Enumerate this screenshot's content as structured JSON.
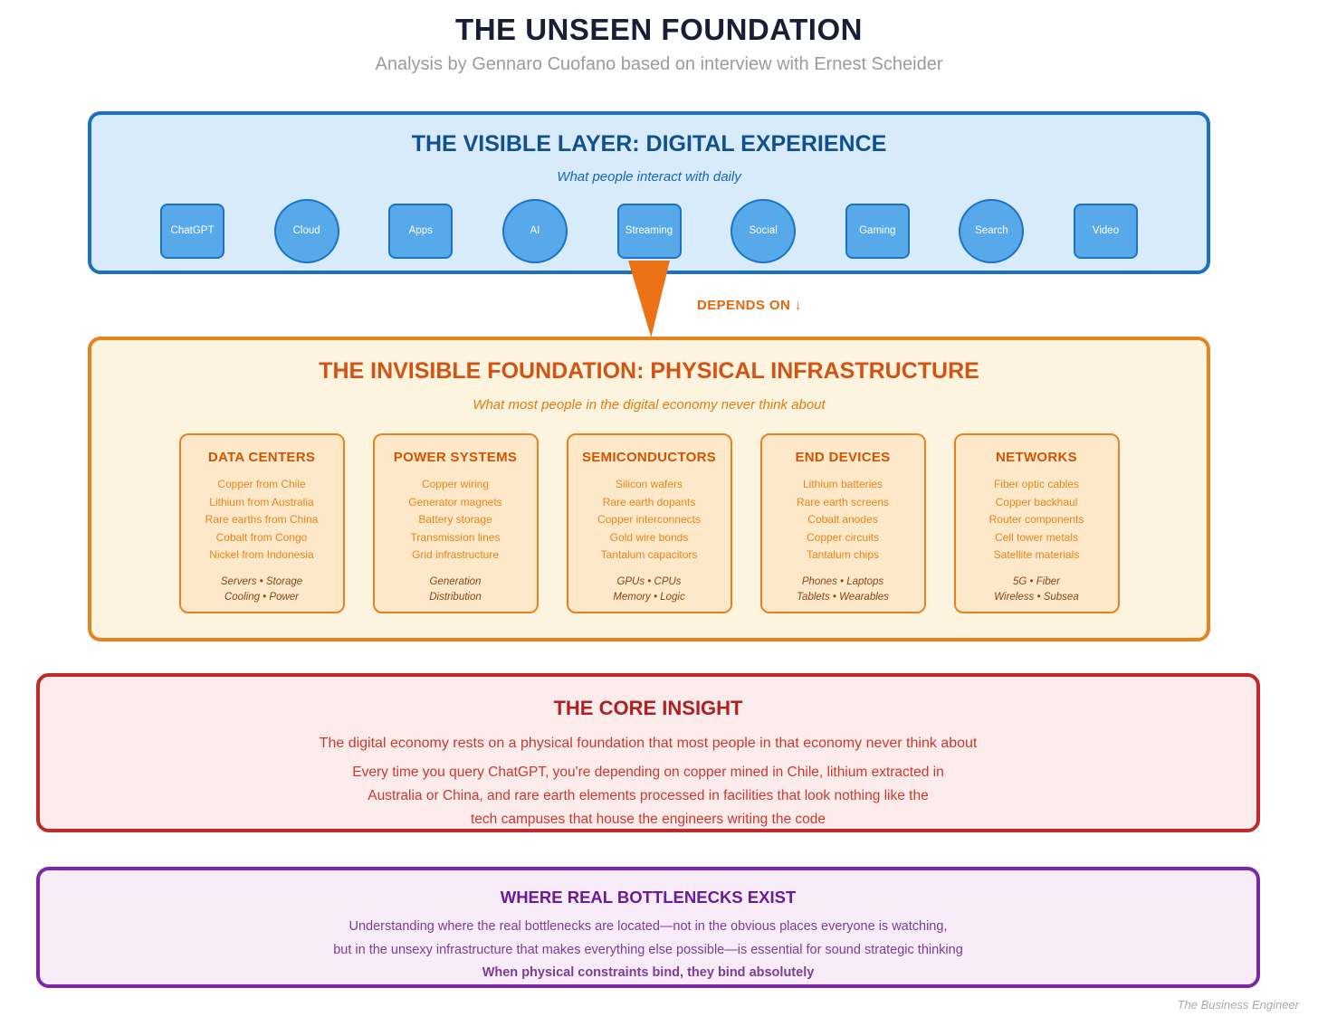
{
  "page": {
    "title": "THE UNSEEN FOUNDATION",
    "subtitle": "Analysis by Gennaro Cuofano based on interview with Ernest Scheider",
    "brand": "The Business Engineer"
  },
  "visible_layer": {
    "title": "THE VISIBLE LAYER: DIGITAL EXPERIENCE",
    "subtitle": "What people interact with daily",
    "items": [
      {
        "label": "ChatGPT",
        "shape": "square"
      },
      {
        "label": "Cloud",
        "shape": "circle"
      },
      {
        "label": "Apps",
        "shape": "square"
      },
      {
        "label": "AI",
        "shape": "circle"
      },
      {
        "label": "Streaming",
        "shape": "square"
      },
      {
        "label": "Social",
        "shape": "circle"
      },
      {
        "label": "Gaming",
        "shape": "square"
      },
      {
        "label": "Search",
        "shape": "circle"
      },
      {
        "label": "Video",
        "shape": "square"
      }
    ]
  },
  "depends_on_label": "DEPENDS ON ↓",
  "foundation": {
    "title": "THE INVISIBLE FOUNDATION: PHYSICAL INFRASTRUCTURE",
    "subtitle": "What most people in the digital economy never think about",
    "cards": [
      {
        "title": "DATA CENTERS",
        "items": [
          "Copper from Chile",
          "Lithium from Australia",
          "Rare earths from China",
          "Cobalt from Congo",
          "Nickel from Indonesia"
        ],
        "footer": [
          "Servers • Storage",
          "Cooling • Power"
        ]
      },
      {
        "title": "POWER SYSTEMS",
        "items": [
          "Copper wiring",
          "Generator magnets",
          "Battery storage",
          "Transmission lines",
          "Grid infrastructure"
        ],
        "footer": [
          "Generation",
          "Distribution"
        ]
      },
      {
        "title": "SEMICONDUCTORS",
        "items": [
          "Silicon wafers",
          "Rare earth dopants",
          "Copper interconnects",
          "Gold wire bonds",
          "Tantalum capacitors"
        ],
        "footer": [
          "GPUs • CPUs",
          "Memory • Logic"
        ]
      },
      {
        "title": "END DEVICES",
        "items": [
          "Lithium batteries",
          "Rare earth screens",
          "Cobalt anodes",
          "Copper circuits",
          "Tantalum chips"
        ],
        "footer": [
          "Phones • Laptops",
          "Tablets • Wearables"
        ]
      },
      {
        "title": "NETWORKS",
        "items": [
          "Fiber optic cables",
          "Copper backhaul",
          "Router components",
          "Cell tower metals",
          "Satellite materials"
        ],
        "footer": [
          "5G • Fiber",
          "Wireless • Subsea"
        ]
      }
    ]
  },
  "core_insight": {
    "title": "THE CORE INSIGHT",
    "lead": "The digital economy rests on a physical foundation that most people in that economy never think about",
    "body_lines": [
      "Every time you query ChatGPT, you're depending on copper mined in Chile, lithium extracted in",
      "Australia or China, and rare earth elements processed in facilities that look nothing like the",
      "tech campuses that house the engineers writing the code"
    ]
  },
  "bottlenecks": {
    "title": "WHERE REAL BOTTLENECKS EXIST",
    "lines": [
      "Understanding where the real bottlenecks are located—not in the obvious places everyone is watching,",
      "but in the unsexy infrastructure that makes everything else possible—is essential for sound strategic thinking"
    ],
    "emphasis": "When physical constraints bind, they bind absolutely"
  },
  "colors": {
    "visible_border": "#1a6fc7",
    "visible_bg": "#d8ebfa",
    "visible_title": "#11508f",
    "node_fill": "#57a9ea",
    "node_border": "#1b72c8",
    "arrow_orange": "#ed7117",
    "foundation_border": "#e8821e",
    "foundation_bg": "#fdf4df",
    "foundation_title": "#d35412",
    "card_bg": "#fde9c9",
    "card_title": "#d35400",
    "card_item_text": "#ea8317",
    "card_footer_text": "#8b4513",
    "insight_border": "#c3272b",
    "insight_bg": "#fcebeb",
    "insight_title": "#ad2024",
    "insight_text": "#ca3a2e",
    "bottleneck_border": "#7d26a8",
    "bottleneck_bg": "#f7ecf8",
    "bottleneck_title": "#6a1b9a",
    "bottleneck_text": "#7d3c98",
    "bottleneck_emphasis": "#4a2070"
  }
}
